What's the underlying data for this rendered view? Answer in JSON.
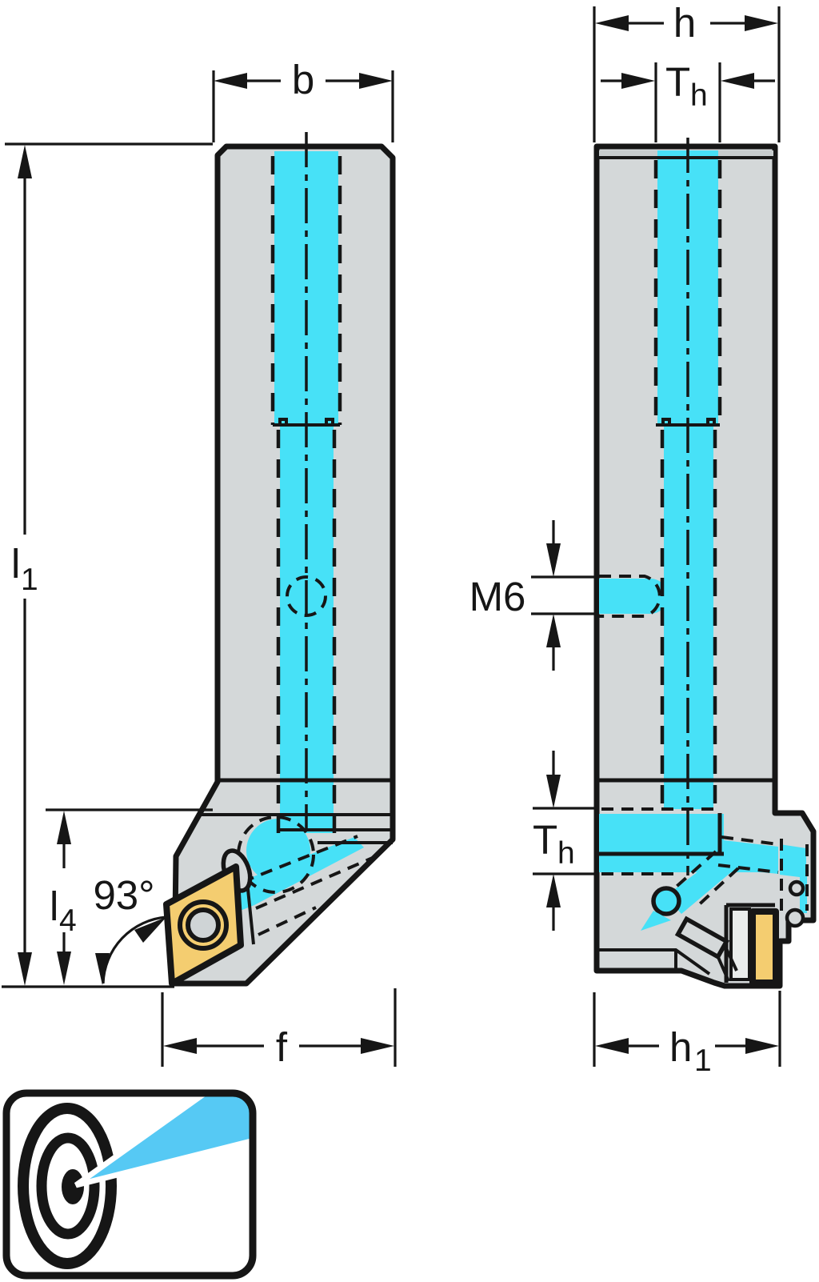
{
  "colors": {
    "line": "#161616",
    "body": "#d4d8d9",
    "body2": "#c7cccd",
    "coolant": "#47e1f7",
    "insert": "#f4cd70",
    "shim": "#eaedec",
    "hole": "#cfd4d6",
    "jet": "#56c9f4"
  },
  "labels": {
    "b": "b",
    "h": "h",
    "f": "f",
    "m6": "M6",
    "angle": "93°",
    "th": {
      "main": "T",
      "sub": "h"
    },
    "l1": {
      "main": "l",
      "sub": "1"
    },
    "l4": {
      "main": "l",
      "sub": "4"
    },
    "h1": {
      "main": "h",
      "sub": "1"
    }
  },
  "icon": {
    "symbol": "precision-coolant-target"
  }
}
